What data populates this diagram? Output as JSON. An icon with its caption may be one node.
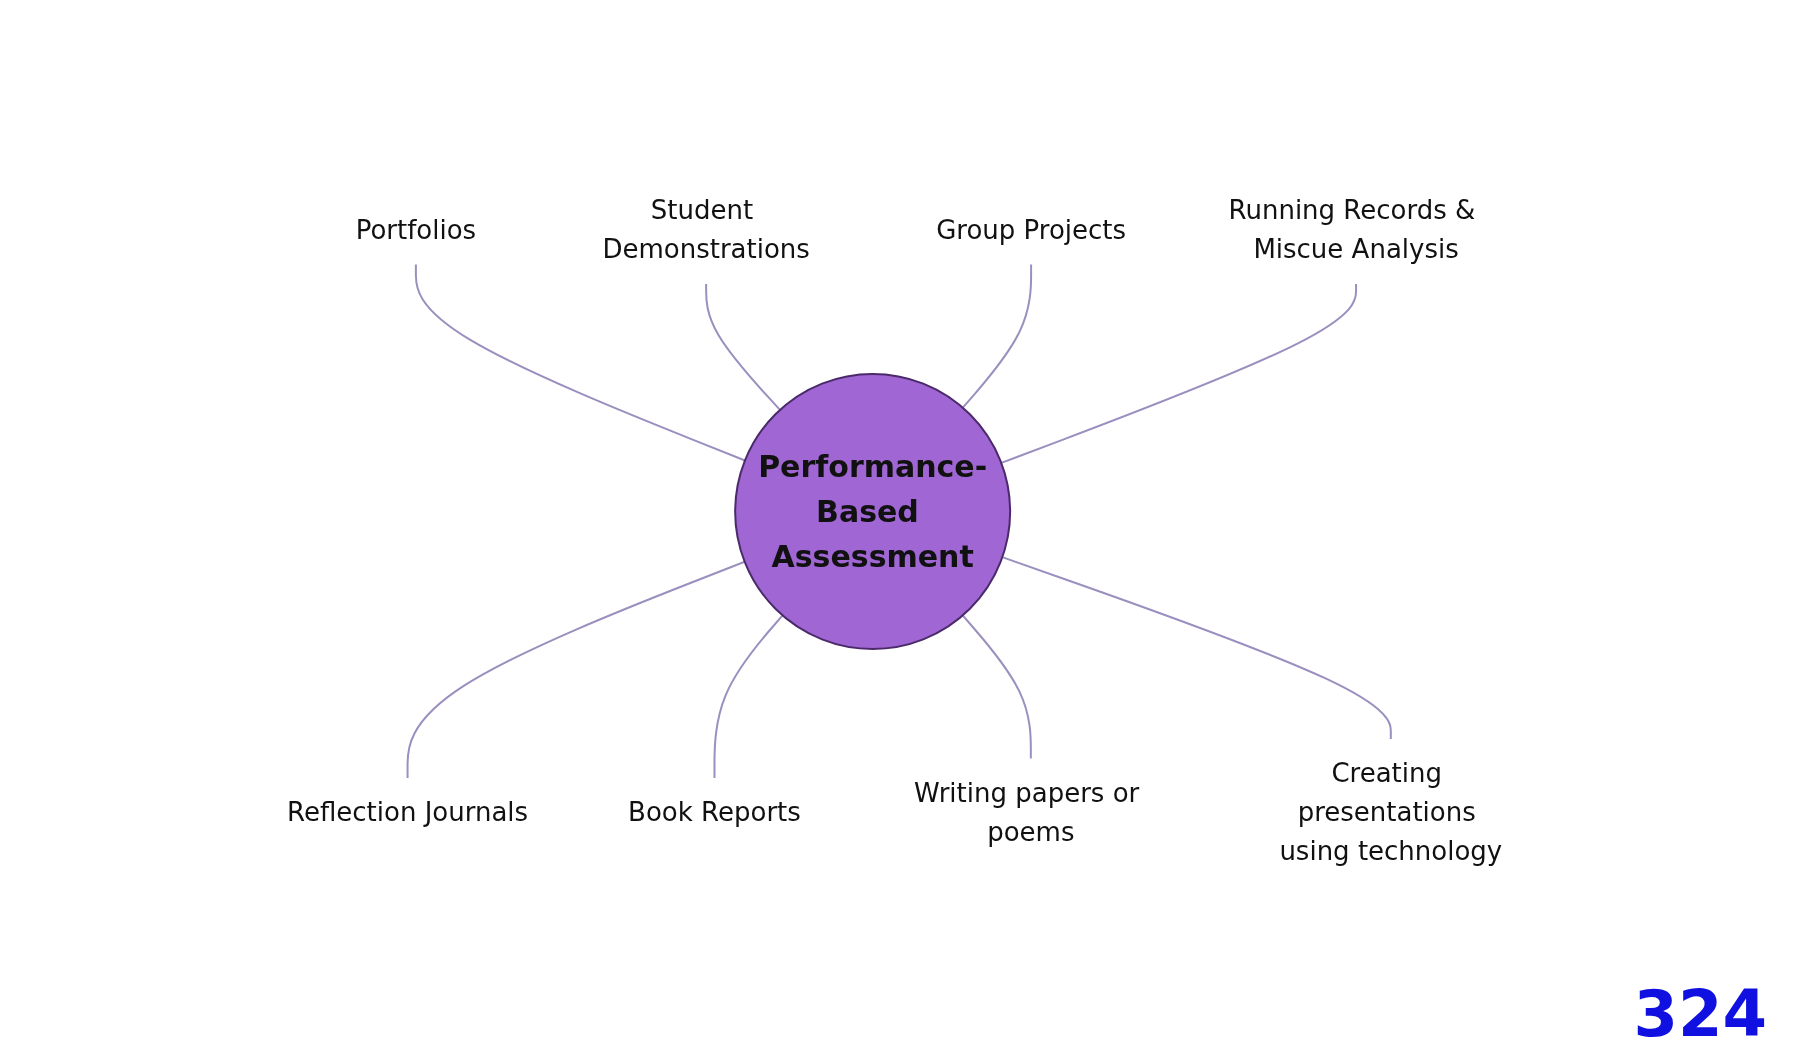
{
  "diagram": {
    "nodes": [
      {
        "text": [
          "Portfolios"
        ]
      },
      {
        "text": [
          "Student Demonstrations"
        ]
      },
      {
        "text": [
          "Group Projects"
        ]
      },
      {
        "text": [
          "Running Records & Miscue Analysis"
        ]
      },
      {
        "text": [
          "Performance-Based Assessment"
        ]
      },
      {
        "text": [
          "Reflection Journals"
        ]
      },
      {
        "text": [
          "Book Reports"
        ]
      },
      {
        "text": [
          "Writing papers or poems"
        ]
      },
      {
        "text": [
          "Creating presentations using technology"
        ]
      }
    ],
    "edges": [
      {
        "from": 0,
        "to": 4,
        "arrow": "none"
      },
      {
        "from": 1,
        "to": 4,
        "arrow": "none"
      },
      {
        "from": 2,
        "to": 4,
        "arrow": "none"
      },
      {
        "from": 3,
        "to": 4,
        "arrow": "none"
      },
      {
        "from": 4,
        "to": 5,
        "arrow": "none"
      },
      {
        "from": 4,
        "to": 6,
        "arrow": "none"
      },
      {
        "from": 4,
        "to": 7,
        "arrow": "none"
      },
      {
        "from": 4,
        "to": 8,
        "arrow": "none"
      }
    ],
    "labels": [
      "324"
    ]
  }
}
